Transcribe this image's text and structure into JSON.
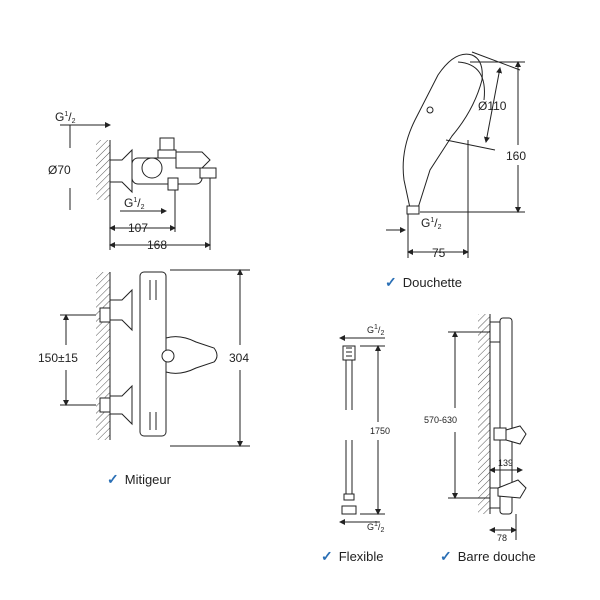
{
  "views": {
    "mixer_top": {
      "thread_label": "G",
      "thread_frac_num": "1",
      "thread_frac_den": "2",
      "diameter": "Ø70",
      "outlet_thread_label": "G",
      "outlet_thread_frac_num": "1",
      "outlet_thread_frac_den": "2",
      "width_inner": "107",
      "width_total": "168"
    },
    "mixer_front": {
      "centers": "150±15",
      "height": "304"
    },
    "handshower": {
      "diameter": "Ø110",
      "length": "160",
      "width": "75",
      "thread_label": "G",
      "thread_frac_num": "1",
      "thread_frac_den": "2"
    },
    "hose": {
      "top_thread": "G",
      "top_frac_num": "1",
      "top_frac_den": "2",
      "length": "1750",
      "bottom_thread": "G",
      "bottom_frac_num": "1",
      "bottom_frac_den": "2"
    },
    "rail": {
      "height_range": "570-630",
      "slider_offset": "139",
      "depth": "78"
    }
  },
  "captions": {
    "douchette": "Douchette",
    "mitigeur": "Mitigeur",
    "flexible": "Flexible",
    "barre": "Barre douche"
  },
  "colors": {
    "line": "#222222",
    "check": "#2a6fb5"
  }
}
